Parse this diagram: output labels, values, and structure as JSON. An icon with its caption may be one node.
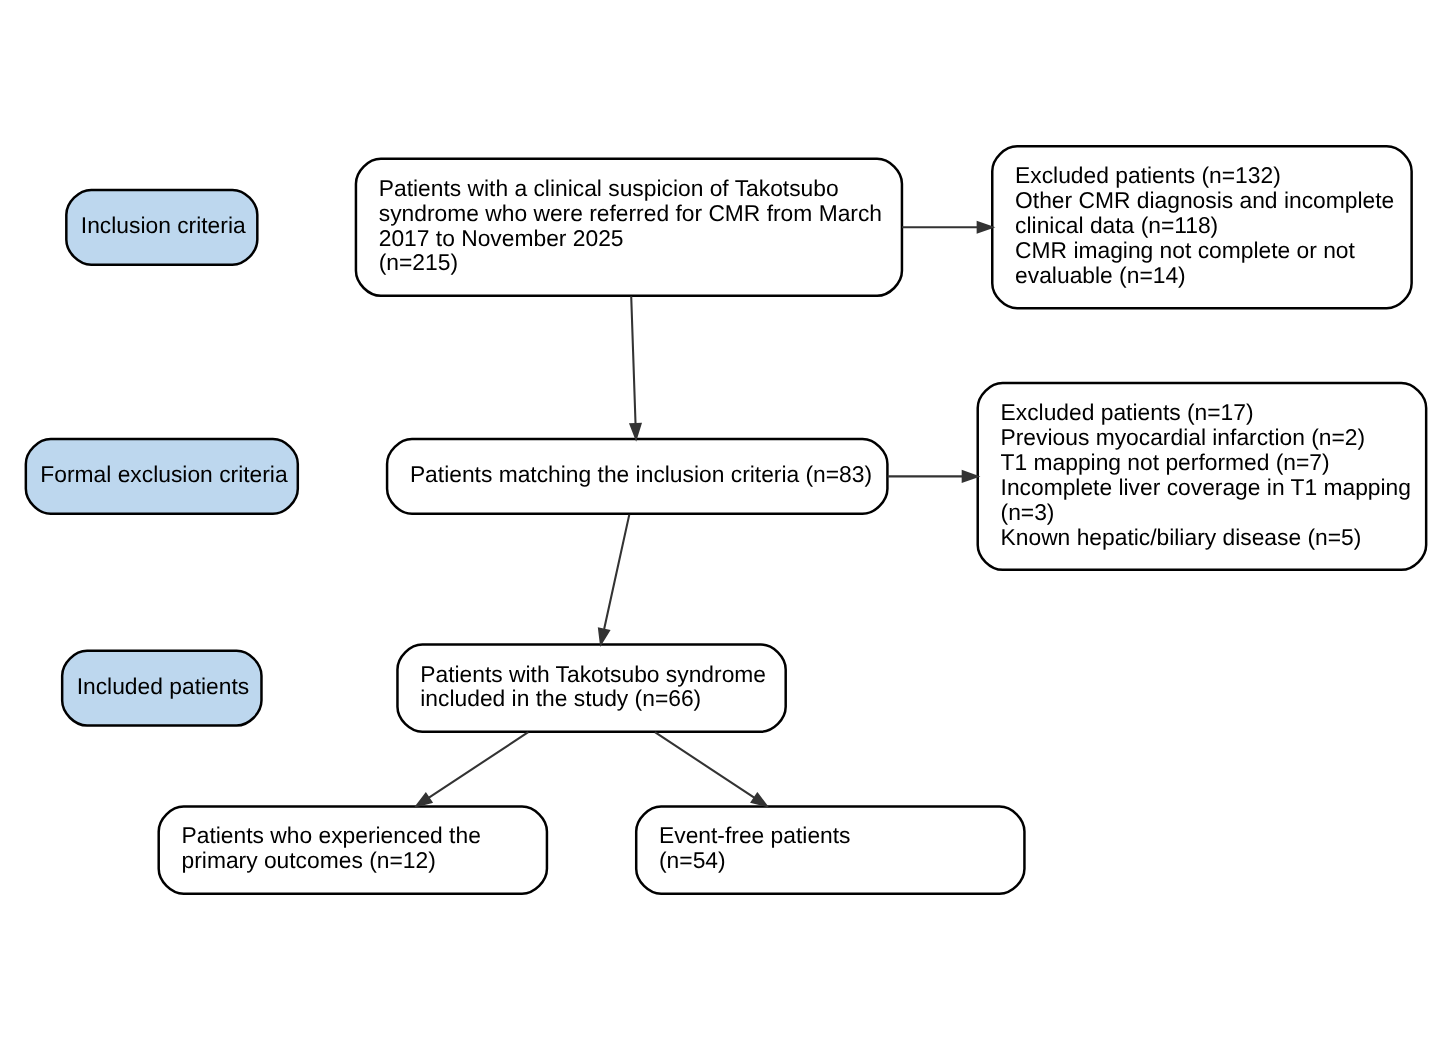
{
  "diagram": {
    "nodes": [
      {
        "text": [
          "Inclusion criteria"
        ]
      },
      {
        "text": [
          "Patients with a clinical suspicion of Takotsubo syndrome who were referred for CMR from March 2017 to November 2025",
          "(n=215)"
        ]
      },
      {
        "text": [
          "Excluded patients (n=132)",
          "Other CMR diagnosis and incomplete clinical data (n=118)",
          "CMR imaging not complete or not evaluable (n=14)"
        ]
      },
      {
        "text": [
          "Formal exclusion criteria"
        ]
      },
      {
        "text": [
          "Patients matching the inclusion criteria (n=83)"
        ]
      },
      {
        "text": [
          "Excluded patients (n=17)",
          "Previous myocardial infarction (n=2)",
          "T1 mapping not performed (n=7)",
          "Incomplete liver coverage in T1 mapping (n=3)",
          "Known hepatic/biliary disease (n=5)"
        ]
      },
      {
        "text": [
          "Included patients"
        ]
      },
      {
        "text": [
          "Patients with Takotsubo syndrome included in the study (n=66)"
        ]
      },
      {
        "text": [
          "Patients who experienced the primary outcomes (n=12)"
        ]
      },
      {
        "text": [
          "Event-free patients",
          "(n=54)"
        ]
      }
    ],
    "edges": [
      {
        "from": 1,
        "to": 2,
        "arrow": "to"
      },
      {
        "from": 1,
        "to": 4,
        "arrow": "to"
      },
      {
        "from": 4,
        "to": 5,
        "arrow": "to"
      },
      {
        "from": 4,
        "to": 7,
        "arrow": "to"
      },
      {
        "from": 7,
        "to": 8,
        "arrow": "to"
      },
      {
        "from": 7,
        "to": 9,
        "arrow": "to"
      }
    ]
  }
}
